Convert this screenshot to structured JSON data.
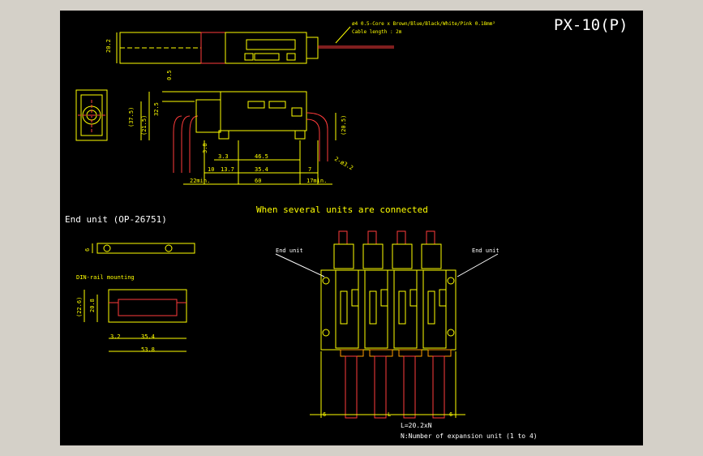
{
  "drawing": {
    "title": "PX-10(P)",
    "cable_spec": "ø4 0.5-Core x Brown/Blue/Black/White/Pink 0.18mm²",
    "cable_length": "Cable length : 2m",
    "top_view_width": "20.2",
    "top_dim_05": "0.5",
    "dim_325": "32.5",
    "dim_375": "(37.5)",
    "dim_215": "(21.5)",
    "dim_205": "(20.5)",
    "dim_38": "3.8",
    "dim_33": "3.3",
    "dim_465": "46.5",
    "dim_10": "10",
    "dim_137": "13.7",
    "dim_354": "35.4",
    "dim_7": "7",
    "dim_22min": "22min.",
    "dim_60": "60",
    "dim_17min": "17min.",
    "hole_note": "2-ø3.2",
    "multi_title": "When several units are connected",
    "end_unit_left": "End unit",
    "end_unit_right": "End unit",
    "end_unit_title": "End unit (OP-26751)",
    "end_unit_dim_6": "6",
    "din_label": "DIN-rail mounting",
    "din_dim_226": "(22.6)",
    "din_dim_208": "20.8",
    "din_dim_32": "3.2",
    "din_dim_354": "35.4",
    "din_dim_538": "53.8",
    "multi_dim_6a": "6",
    "multi_dim_L": "L",
    "multi_dim_6b": "6",
    "formula": "L=20.2xN",
    "formula_note": "N:Number of expansion unit (1 to 4)"
  }
}
